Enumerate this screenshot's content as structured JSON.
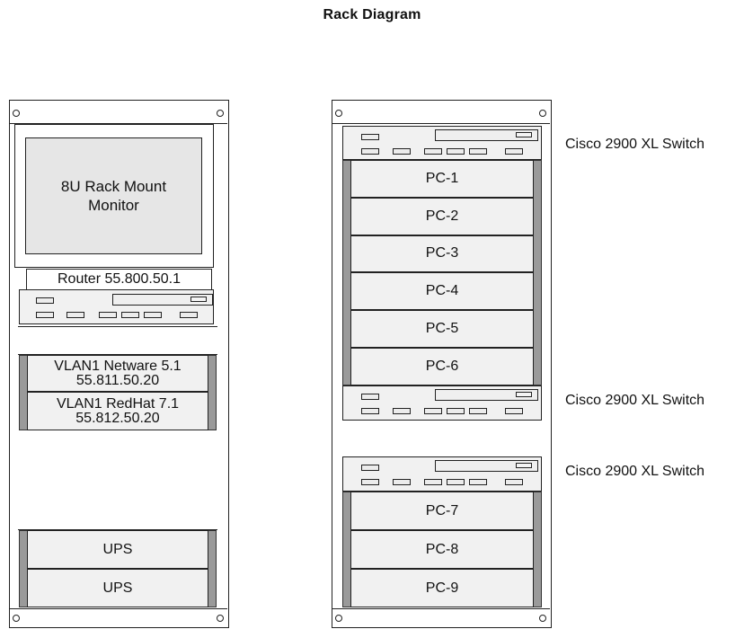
{
  "title": "Rack Diagram",
  "left_rack": {
    "monitor": "8U Rack Mount\nMonitor",
    "router_label": "Router 55.800.50.1",
    "servers": [
      {
        "line1": "VLAN1 Netware 5.1",
        "line2": "55.811.50.20"
      },
      {
        "line1": "VLAN1 RedHat 7.1",
        "line2": "55.812.50.20"
      }
    ],
    "ups": [
      "UPS",
      "UPS"
    ]
  },
  "right_rack": {
    "pcs_top": [
      "PC-1",
      "PC-2",
      "PC-3",
      "PC-4",
      "PC-5",
      "PC-6"
    ],
    "pcs_bottom": [
      "PC-7",
      "PC-8",
      "PC-9"
    ],
    "switch_labels": [
      "Cisco 2900 XL Switch",
      "Cisco 2900 XL Switch",
      "Cisco 2900 XL Switch"
    ]
  }
}
